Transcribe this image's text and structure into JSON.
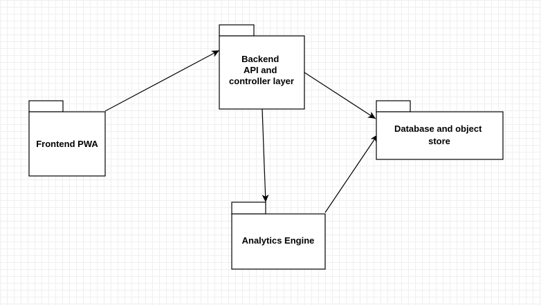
{
  "diagram": {
    "type": "uml-package-diagram",
    "nodes": [
      {
        "id": "frontend",
        "label_lines": [
          "Frontend PWA"
        ]
      },
      {
        "id": "backend",
        "label_lines": [
          "Backend",
          "API and",
          "controller layer"
        ]
      },
      {
        "id": "database",
        "label_lines": [
          "Database and object",
          "store"
        ]
      },
      {
        "id": "analytics",
        "label_lines": [
          "Analytics Engine"
        ]
      }
    ],
    "edges": [
      {
        "from": "frontend",
        "to": "backend",
        "arrow": "open"
      },
      {
        "from": "backend",
        "to": "database",
        "arrow": "open"
      },
      {
        "from": "backend",
        "to": "analytics",
        "arrow": "open"
      },
      {
        "from": "analytics",
        "to": "database",
        "arrow": "open"
      }
    ]
  }
}
